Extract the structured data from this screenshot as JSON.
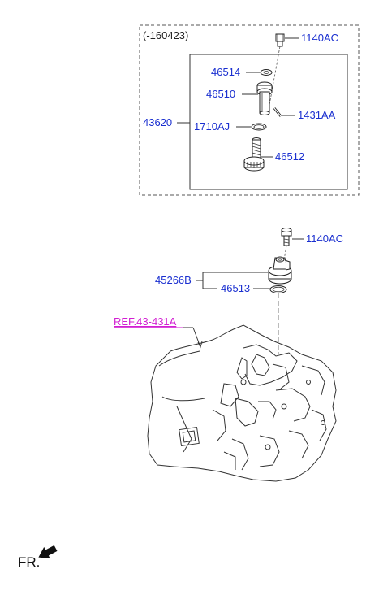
{
  "upper_group": {
    "date_note": "(-160423)",
    "callouts": {
      "bolt_top": "1140AC",
      "washer": "46514",
      "sleeve": "46510",
      "pin": "1431AA",
      "assembly": "43620",
      "oring": "1710AJ",
      "gear": "46512"
    }
  },
  "lower_group": {
    "callouts": {
      "bolt": "1140AC",
      "sensor_assembly": "45266B",
      "seal": "46513",
      "ref": "REF.43-431A"
    }
  },
  "footer": {
    "direction_label": "FR."
  },
  "colors": {
    "part_number": "#1a2fd0",
    "reference": "#d21fd2",
    "outline": "#222222"
  }
}
